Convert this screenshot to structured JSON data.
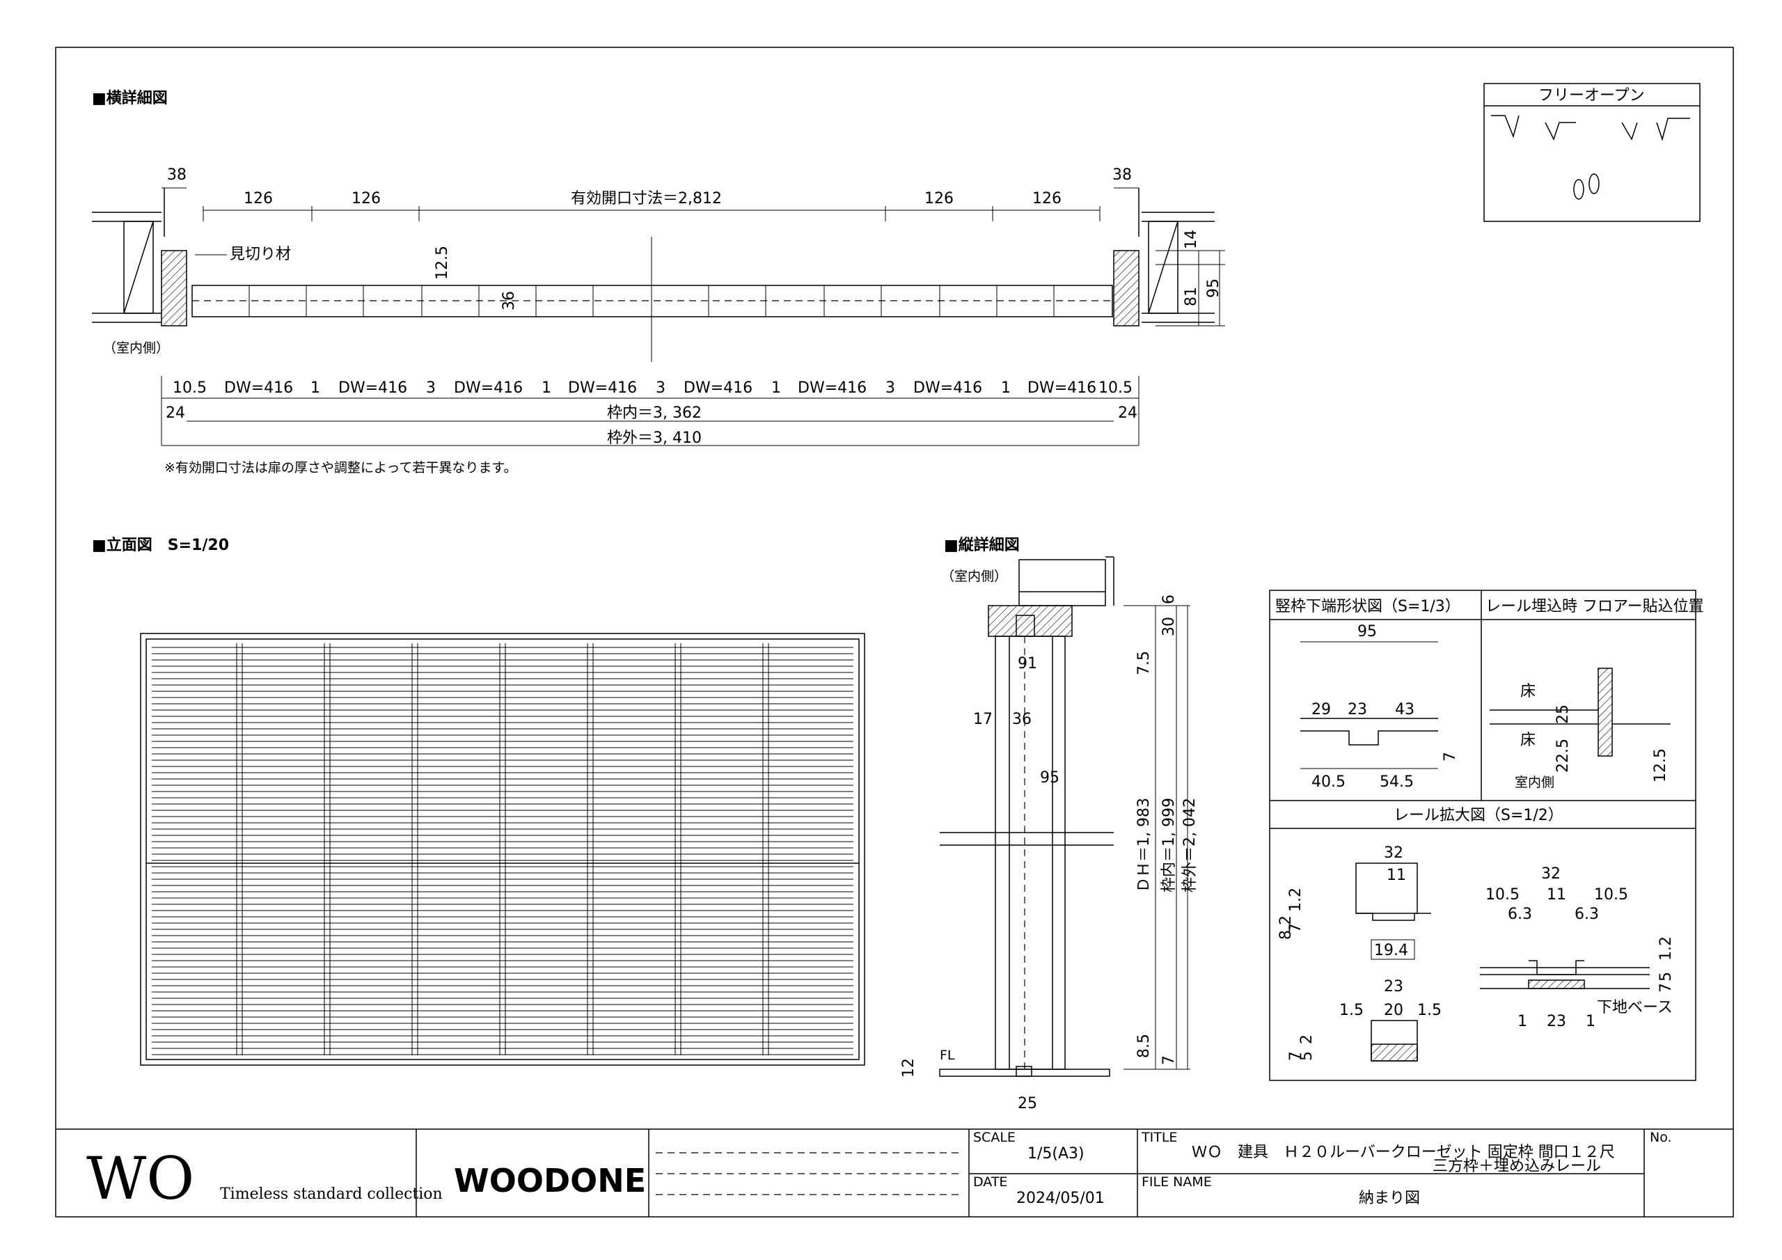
{
  "sections": {
    "horizontal": "■横詳細図",
    "elevation": "■立面図　S=1/20",
    "vertical": "■縦詳細図",
    "stile_shape": "竪枠下端形状図（S=1/3）",
    "floor_pos": "レール埋込時 フロアー貼込位置",
    "rail_detail": "レール拡大図（S=1/2）"
  },
  "free_open": {
    "label": "フリーオープン"
  },
  "horizontal": {
    "side_left": "38",
    "side_right": "38",
    "seg_left1": "126",
    "seg_left2": "126",
    "opening": "有効開口寸法＝2,812",
    "seg_right1": "126",
    "seg_right2": "126",
    "mikiri": "見切り材",
    "indoor": "（室内側）",
    "dim_125": "12.5",
    "dim_36": "36",
    "dim_14": "14",
    "dim_81": "81",
    "dim_95": "95",
    "panels": [
      "10.5",
      "DW=416",
      "1",
      "DW=416",
      "3",
      "DW=416",
      "1",
      "DW=416",
      "3",
      "DW=416",
      "1",
      "DW=416",
      "3",
      "DW=416",
      "1",
      "DW=416",
      "10.5"
    ],
    "edge_24_l": "24",
    "edge_24_r": "24",
    "inner": "枠内＝3, 362",
    "outer": "枠外＝3, 410",
    "note": "※有効開口寸法は扉の厚さや調整によって若干異なります。"
  },
  "vertical": {
    "indoor": "（室内側）",
    "d6": "6",
    "d30": "30",
    "d75": "7.5",
    "d91": "91",
    "d17": "17",
    "d36": "36",
    "d95": "95",
    "dh": "ＤＨ＝1, 983",
    "inner": "枠内＝1, 999",
    "outer": "枠外＝2, 042",
    "d85": "8.5",
    "d7": "7",
    "fl": "FL",
    "d12": "12",
    "d25": "25"
  },
  "stile": {
    "d95": "95",
    "d29": "29",
    "d23": "23",
    "d43": "43",
    "d7": "7",
    "d405": "40.5",
    "d545": "54.5"
  },
  "floor": {
    "yuka1": "床",
    "yuka2": "床",
    "d25": "25",
    "d225": "22.5",
    "d125": "12.5",
    "indoor": "室内側"
  },
  "rail": {
    "a32": "32",
    "a11": "11",
    "a12": "1.2",
    "a82": "8.2",
    "a7": "7",
    "a194": "19.4",
    "b23": "23",
    "b15l": "1.5",
    "b20": "20",
    "b15r": "1.5",
    "b7": "7",
    "b5": "5",
    "b2": "2",
    "c32": "32",
    "c105l": "10.5",
    "c11": "11",
    "c105r": "10.5",
    "c63l": "6.3",
    "c63r": "6.3",
    "c12": "1.2",
    "c5": "5",
    "c7": "7",
    "c_base": "下地ベース",
    "c1l": "1",
    "c23": "23",
    "c1r": "1"
  },
  "title_block": {
    "wo": "WO",
    "collection": "Timeless standard collection",
    "brand": "WOODONE",
    "scale_label": "SCALE",
    "scale": "1/5(A3)",
    "date_label": "DATE",
    "date": "2024/05/01",
    "title_label": "TITLE",
    "title1": "ＷＯ　建具　Ｈ２０ルーバークローゼット 固定枠 間口１２尺",
    "title2": "三方枠＋埋め込みレール",
    "file_label": "FILE NAME",
    "file": "納まり図",
    "no_label": "No."
  }
}
